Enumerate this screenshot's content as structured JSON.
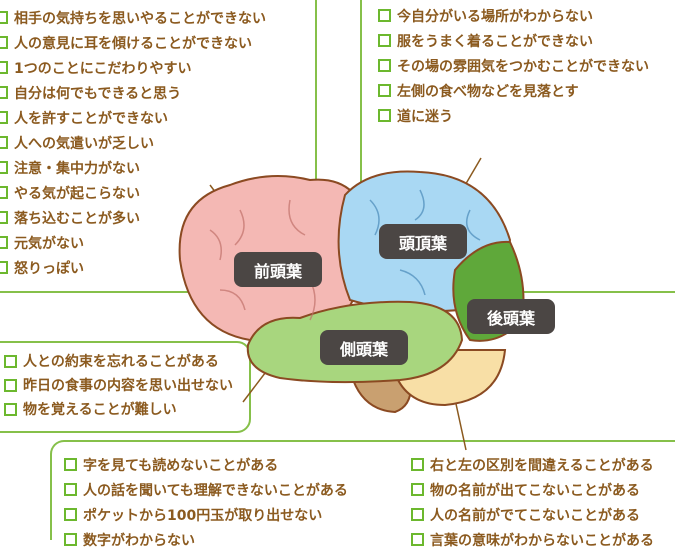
{
  "frontal": {
    "label": "前頭葉",
    "items": [
      "相手の気持ちを思いやることができない",
      "人の意見に耳を傾けることができない",
      "1つのことにこだわりやすい",
      "自分は何でもできると思う",
      "人を許すことができない",
      "人への気遣いが乏しい",
      "注意・集中力がない",
      "やる気が起こらない",
      "落ち込むことが多い",
      "元気がない",
      "怒りっぽい"
    ]
  },
  "parietal": {
    "label": "頭頂葉",
    "items": [
      "今自分がいる場所がわからない",
      "服をうまく着ることができない",
      "その場の雰囲気をつかむことができない",
      "左側の食べ物などを見落とす",
      "道に迷う"
    ]
  },
  "temporal": {
    "label": "側頭葉",
    "items": [
      "人との約束を忘れることがある",
      "昨日の食事の内容を思い出せない",
      "物を覚えることが難しい"
    ]
  },
  "occipital": {
    "label": "後頭葉"
  },
  "bottom": {
    "left": [
      "字を見ても読めないことがある",
      "人の話を聞いても理解できないことがある",
      "ポケットから100円玉が取り出せない",
      "数字がわからない"
    ],
    "right": [
      "右と左の区別を間違えることがある",
      "物の名前が出てこないことがある",
      "人の名前がでてこないことがある",
      "言葉の意味がわからないことがある"
    ]
  },
  "colors": {
    "frontal": "#f4b8b4",
    "parietal": "#a9d8f3",
    "occipital": "#5fa83a",
    "temporal": "#a8d67e",
    "cerebellum": "#f8dfa6",
    "stem": "#c9a070",
    "text": "#8b5a1f",
    "border": "#86c04a"
  }
}
